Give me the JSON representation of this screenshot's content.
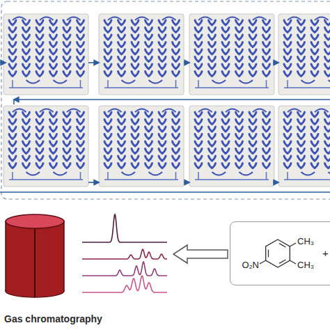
{
  "diagram": {
    "nodes": [
      {
        "text": [
          "Gas chromatography"
        ]
      },
      {
        "text": [
          "O₂N",
          "CH₃",
          "CH₃",
          "+"
        ]
      }
    ],
    "edges": [
      {
        "from": 1,
        "to": 0,
        "arrow": "to"
      }
    ]
  }
}
